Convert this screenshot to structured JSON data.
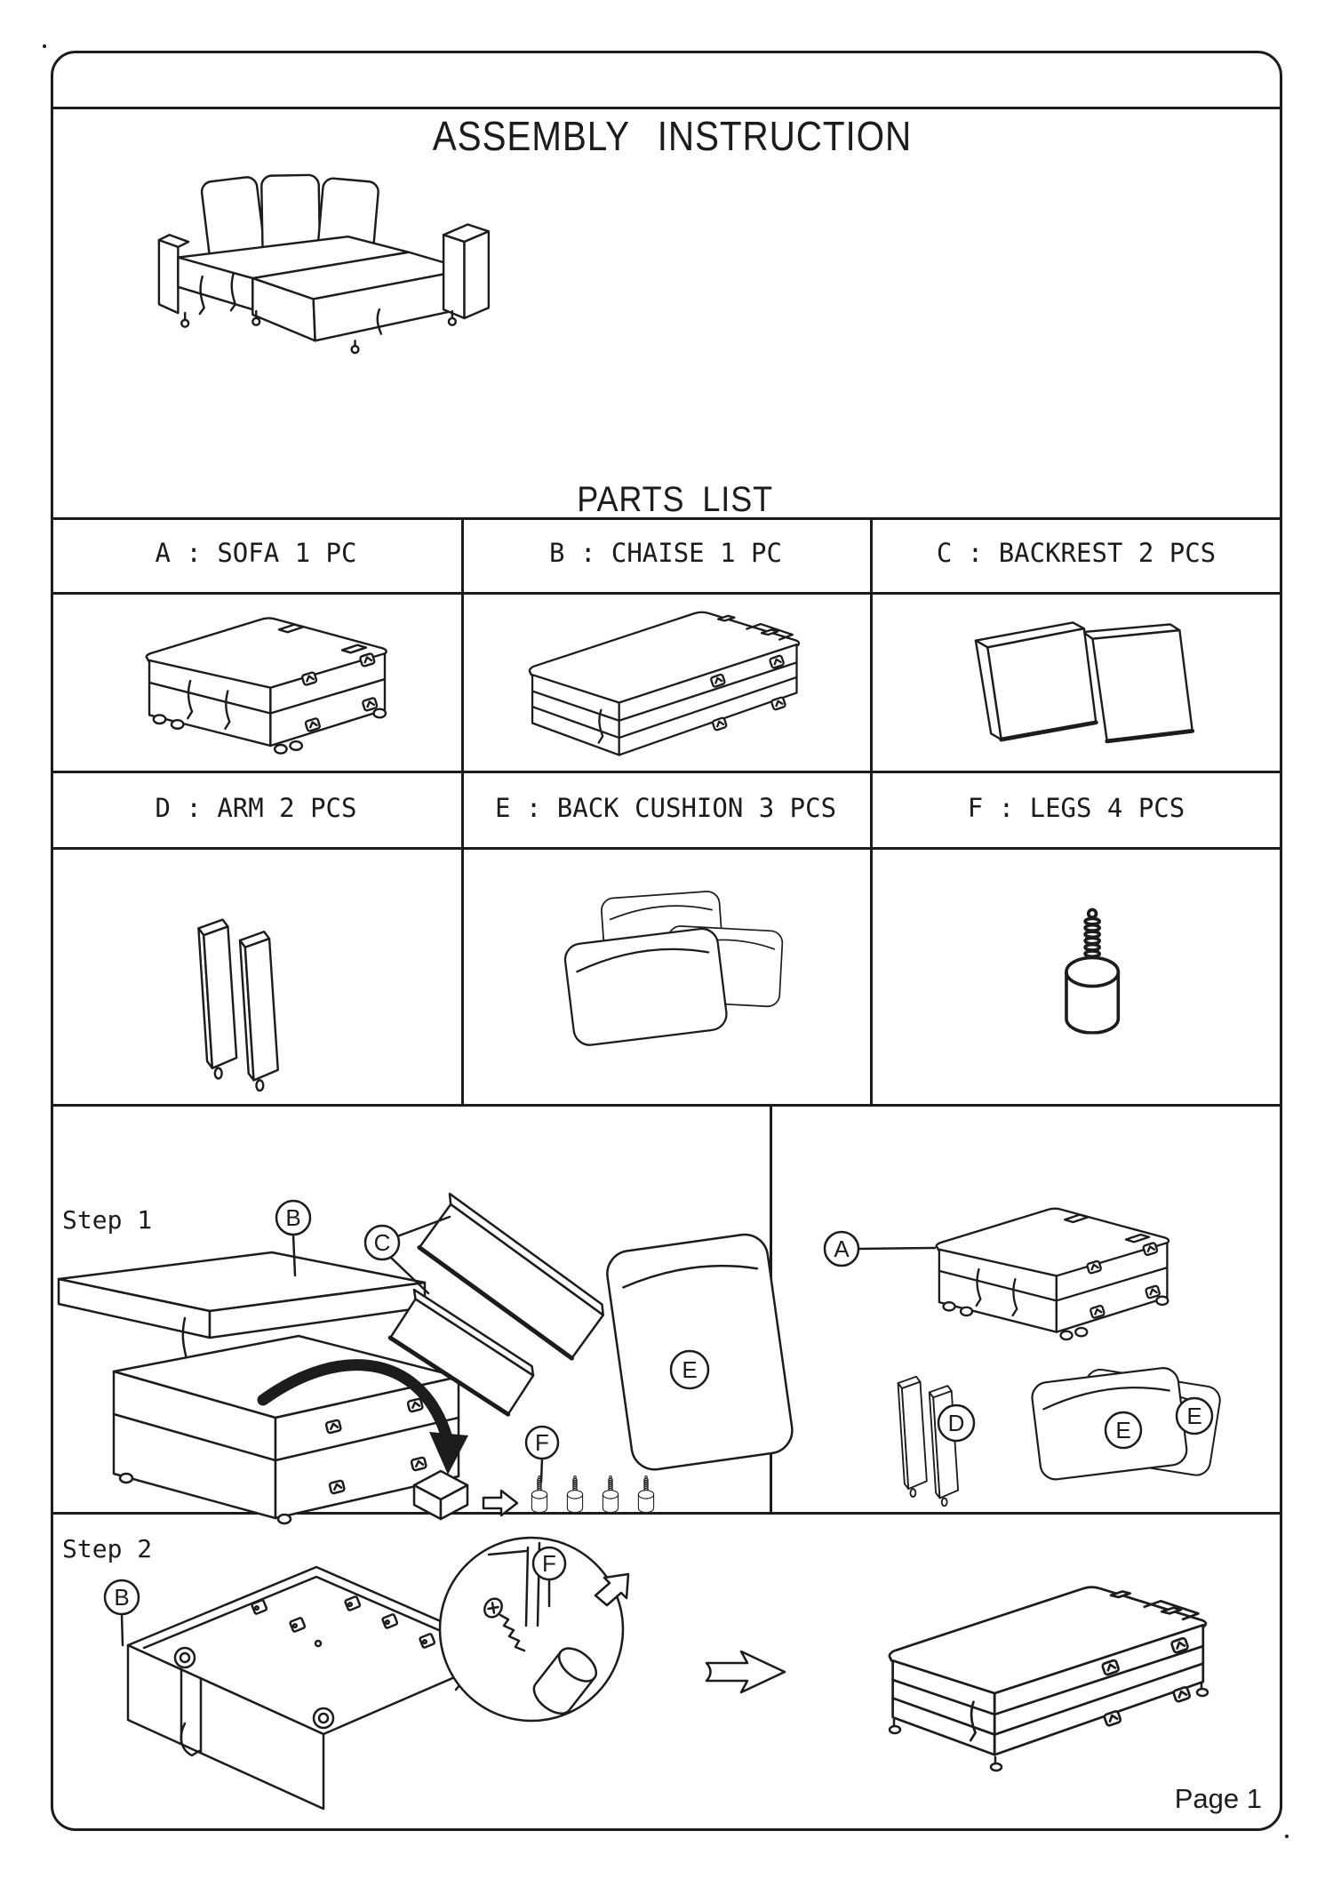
{
  "header": {
    "title": "ASSEMBLY INSTRUCTION"
  },
  "parts_list": {
    "title": "PARTS LIST",
    "items": [
      {
        "id": "A",
        "label": "A : SOFA 1 PC"
      },
      {
        "id": "B",
        "label": "B : CHAISE 1 PC"
      },
      {
        "id": "C",
        "label": "C : BACKREST 2 PCS"
      },
      {
        "id": "D",
        "label": "D : ARM 2 PCS"
      },
      {
        "id": "E",
        "label": "E : BACK CUSHION 3 PCS"
      },
      {
        "id": "F",
        "label": "F : LEGS 4 PCS"
      }
    ]
  },
  "steps": {
    "step1": {
      "label": "Step 1"
    },
    "step2": {
      "label": "Step 2"
    }
  },
  "callouts": {
    "step1_left": [
      "B",
      "C",
      "E",
      "F"
    ],
    "step1_right": [
      "A",
      "D",
      "E",
      "E"
    ],
    "step2": [
      "B",
      "F"
    ]
  },
  "footer": {
    "page_number": "Page 1"
  },
  "colors": {
    "line": "#1c1c1c",
    "paper": "#ffffff"
  }
}
